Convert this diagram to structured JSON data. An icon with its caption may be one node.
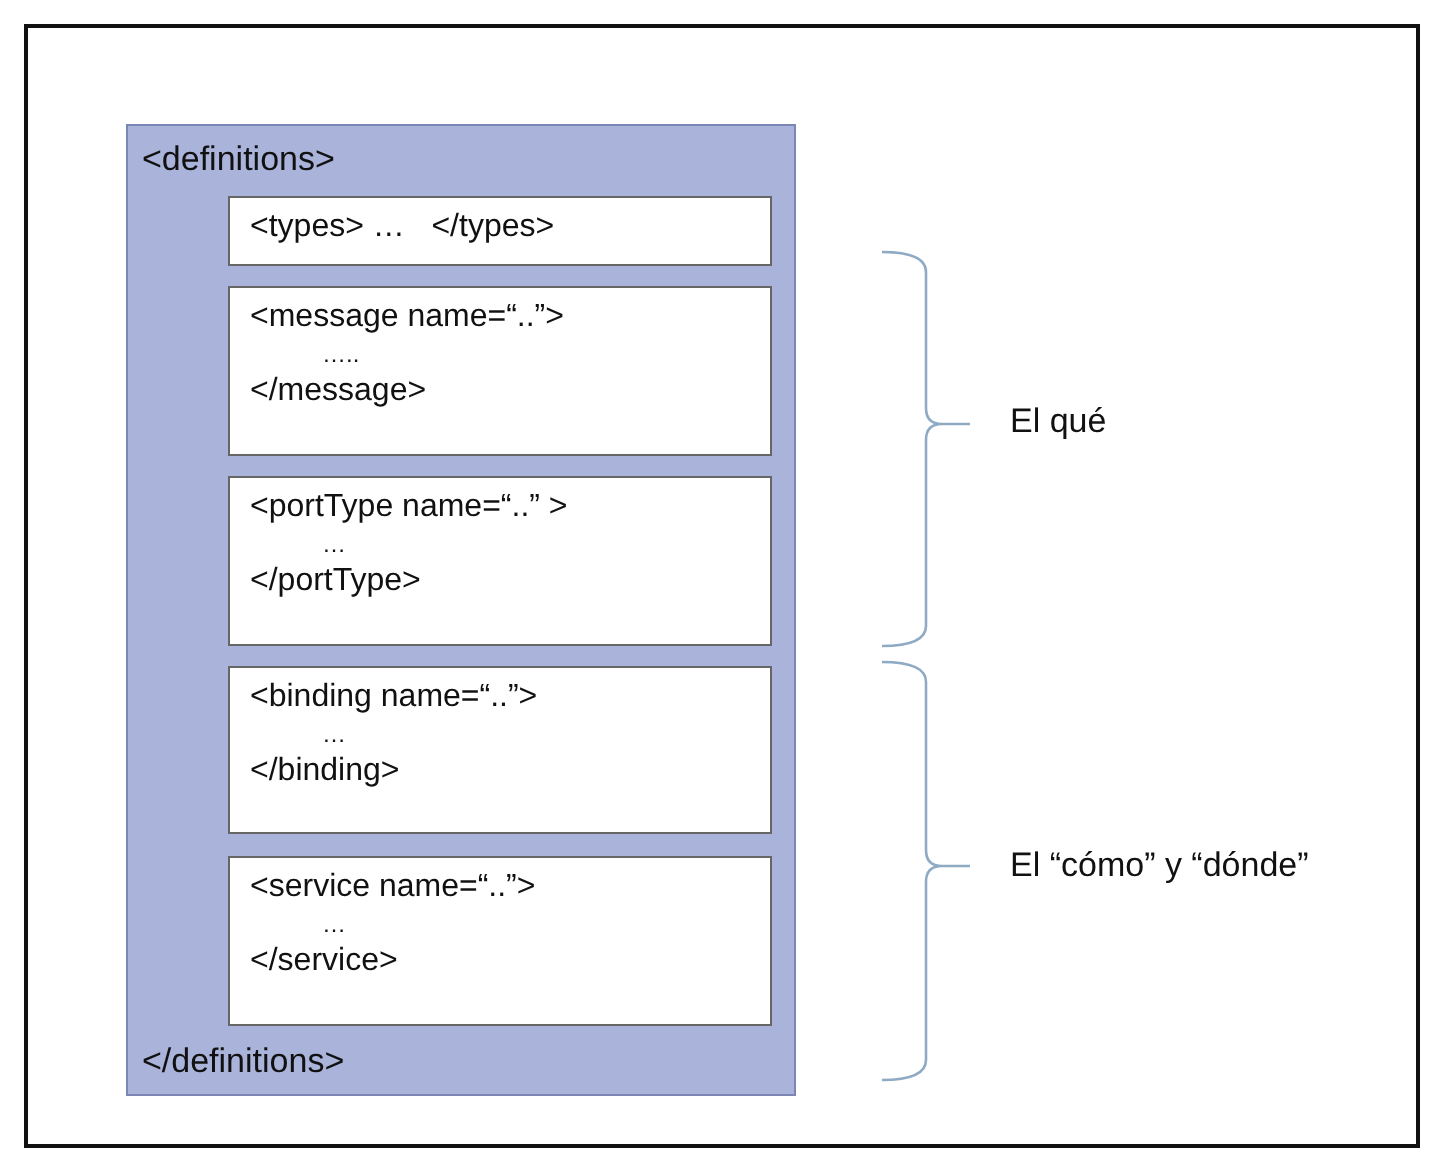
{
  "diagram": {
    "nodes": [
      {
        "text": [
          "<definitions>",
          "</definitions>"
        ]
      },
      {
        "text": [
          "<types> …   </types>"
        ],
        "in": 0
      },
      {
        "text": [
          "<message name=“..”>",
          "…..",
          "</message>"
        ],
        "in": 0
      },
      {
        "text": [
          "<portType name=“..” >",
          "…",
          "</portType>"
        ],
        "in": 0
      },
      {
        "text": [
          "<binding name=“..”>",
          "…",
          "</binding>"
        ],
        "in": 0
      },
      {
        "text": [
          "<service name=“..”>",
          "…",
          "</service>"
        ],
        "in": 0
      }
    ],
    "edges": [],
    "labels": [
      "El qué",
      "El “cómo” y “dónde”"
    ]
  }
}
